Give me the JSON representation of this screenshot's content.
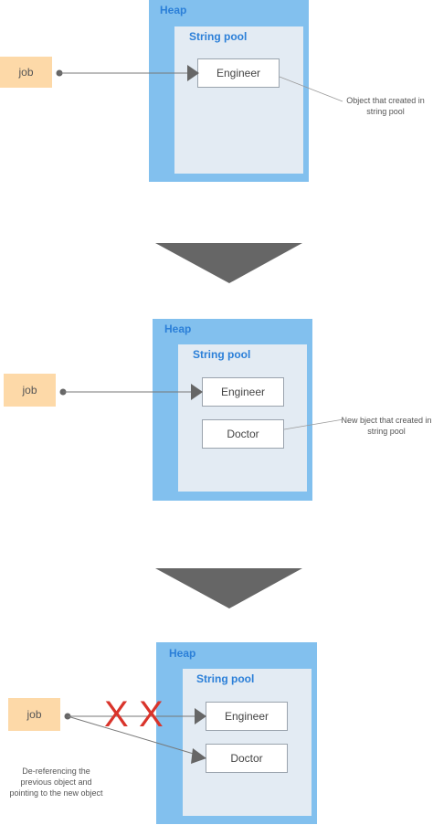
{
  "panels": [
    {
      "heap_label": "Heap",
      "pool_label": "String pool",
      "variable": "job",
      "objects": [
        "Engineer"
      ],
      "annotation": "Object that created in string pool"
    },
    {
      "heap_label": "Heap",
      "pool_label": "String pool",
      "variable": "job",
      "objects": [
        "Engineer",
        "Doctor"
      ],
      "annotation": "New bject that created in string pool"
    },
    {
      "heap_label": "Heap",
      "pool_label": "String pool",
      "variable": "job",
      "objects": [
        "Engineer",
        "Doctor"
      ],
      "annotation": "De-referencing the previous object and pointing to the new object",
      "cross_marks": [
        "X",
        "X"
      ]
    }
  ],
  "colors": {
    "heap": "#82c0ee",
    "pool": "#e3ebf3",
    "label": "#2b7fd8",
    "variable": "#fdd9a8",
    "cross": "#d9342b",
    "transition_arrow": "#666666"
  }
}
